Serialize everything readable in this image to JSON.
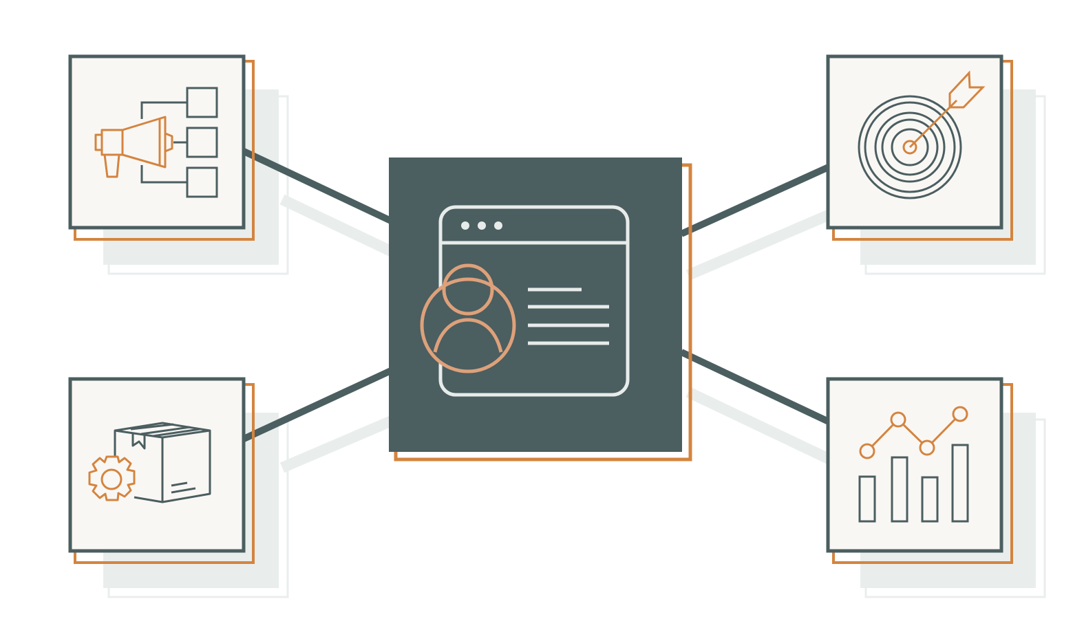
{
  "colors": {
    "background": "#ffffff",
    "slate": "#4b5e60",
    "orange": "#d4843f",
    "peach": "#dea17a",
    "card_fill": "#f9f7f4",
    "shadow": "#e9eeed",
    "icon_light": "#e7ebea"
  },
  "center": {
    "icon": "user-profile-browser-icon"
  },
  "nodes": [
    {
      "id": "marketing",
      "icon": "megaphone-flowchart-icon"
    },
    {
      "id": "target",
      "icon": "bullseye-arrow-icon"
    },
    {
      "id": "product",
      "icon": "box-gear-icon"
    },
    {
      "id": "analytics",
      "icon": "bar-line-chart-icon"
    }
  ]
}
